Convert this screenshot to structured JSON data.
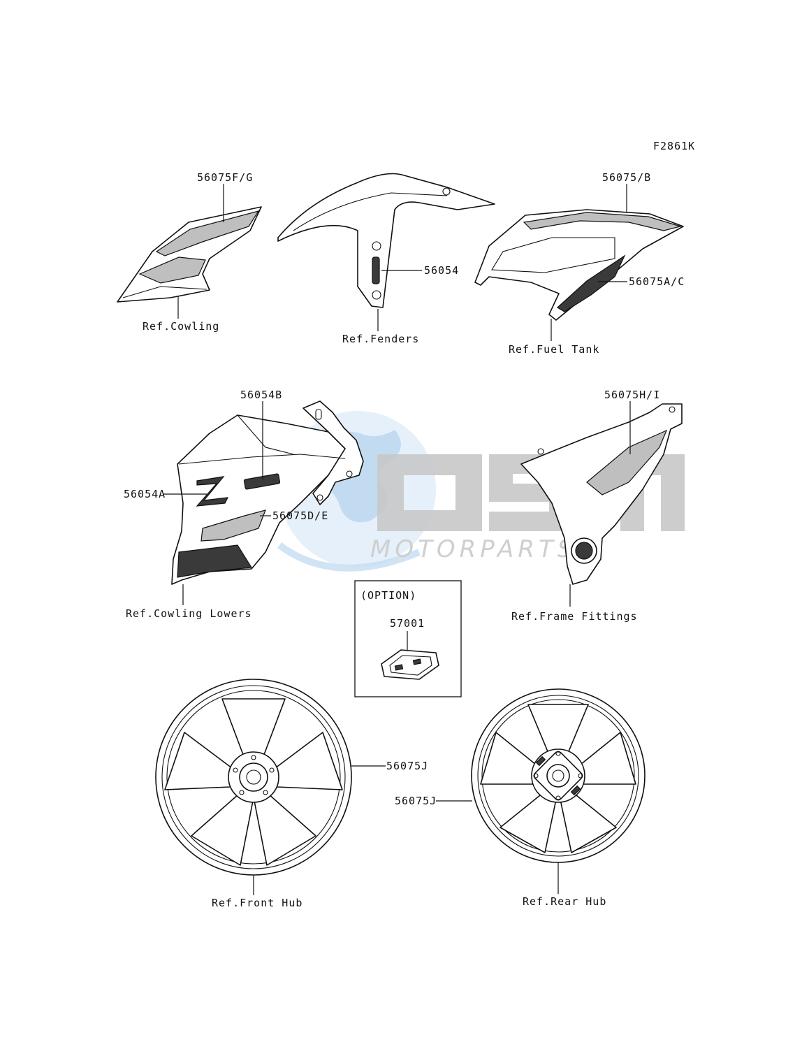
{
  "figure_code": "F2861K",
  "watermark": {
    "logo_text": "OEM",
    "sub_text": "MOTORPARTS",
    "globe_color": "#cfe6f7",
    "letter_color": "#c8c8c8"
  },
  "parts": {
    "cowling_decal": "56075F/G",
    "cowling_ref": "Ref.Cowling",
    "fender_decal": "56054",
    "fender_ref": "Ref.Fenders",
    "tank_decal_top": "56075/B",
    "tank_decal_side": "56075A/C",
    "tank_ref": "Ref.Fuel Tank",
    "lower_decal_b": "56054B",
    "lower_decal_a": "56054A",
    "lower_decal_de": "56075D/E",
    "lower_ref": "Ref.Cowling Lowers",
    "frame_decal": "56075H/I",
    "frame_ref": "Ref.Frame Fittings",
    "option_title": "(OPTION)",
    "option_part": "57001",
    "front_wheel_decal": "56075J",
    "front_ref": "Ref.Front Hub",
    "rear_wheel_decal": "56075J",
    "rear_ref": "Ref.Rear Hub"
  }
}
